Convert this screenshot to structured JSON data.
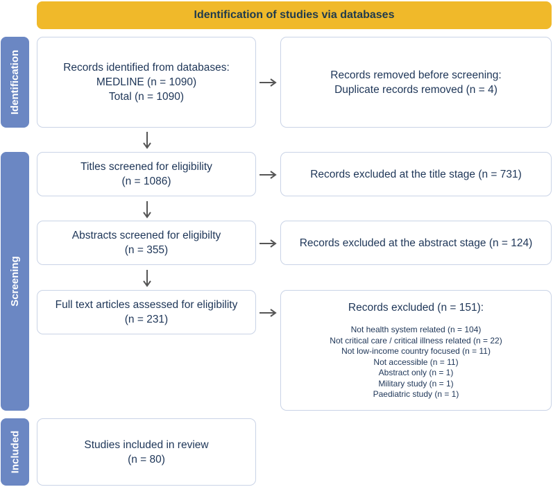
{
  "header": {
    "title": "Identification of studies via databases"
  },
  "stages": {
    "identification": "Identification",
    "screening": "Screening",
    "included": "Included"
  },
  "boxes": {
    "identified": {
      "line1": "Records identified from databases:",
      "line2": "MEDLINE (n = 1090)",
      "line3": "Total (n = 1090)"
    },
    "removed": {
      "line1": "Records removed before screening:",
      "line2": "Duplicate records removed (n = 4)"
    },
    "titles": {
      "line1": "Titles screened for eligibility",
      "line2": "(n = 1086)"
    },
    "titles_excluded": {
      "line1": "Records excluded at the title stage (n = 731)"
    },
    "abstracts": {
      "line1": "Abstracts screened for eligibilty",
      "line2": "(n = 355)"
    },
    "abstracts_excluded": {
      "line1": "Records excluded at the abstract stage (n = 124)"
    },
    "fulltext": {
      "line1": "Full text articles assessed for eligibility",
      "line2": "(n = 231)"
    },
    "fulltext_excluded": {
      "title": "Records excluded (n = 151):",
      "reasons": [
        "Not health system related (n = 104)",
        "Not critical care / critical illness related (n = 22)",
        "Not low-income country focused (n = 11)",
        "Not accessible (n = 11)",
        "Abstract only (n = 1)",
        "Military study (n = 1)",
        "Paediatric study (n = 1)"
      ]
    },
    "included": {
      "line1": "Studies included in review",
      "line2": "(n = 80)"
    }
  },
  "colors": {
    "header": "#f0b92a",
    "stage_bar": "#6b87c3",
    "box_border": "#c9d3e6",
    "text": "#1d3557",
    "arrow": "#555555"
  }
}
